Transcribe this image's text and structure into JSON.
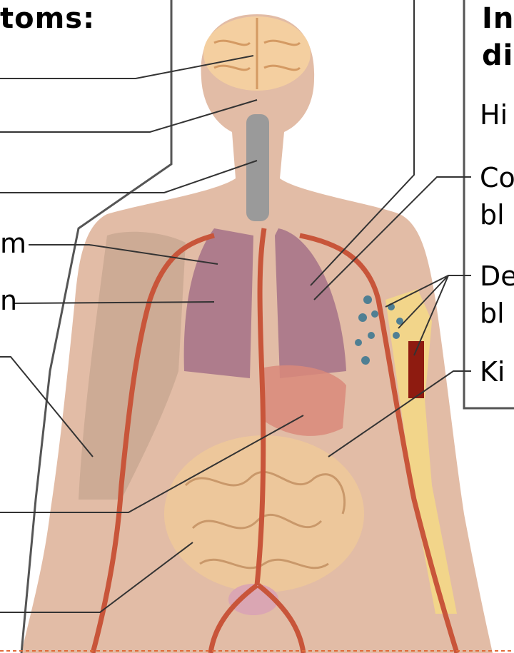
{
  "left_panel": {
    "title_fragment": "toms:",
    "label_fragments": [
      "m",
      "n"
    ]
  },
  "right_panel": {
    "title_line1": "In",
    "title_line2": "di",
    "items": [
      {
        "line1": "Hi"
      },
      {
        "line1": "Co",
        "line2": "bl"
      },
      {
        "line1": "De",
        "line2": "bl"
      },
      {
        "line1": "Ki"
      }
    ]
  },
  "colors": {
    "skin": "#e2bca6",
    "artery": "#c8553a",
    "bone": "#f2d58a",
    "lung": "#a57187",
    "intestine": "#edc79a",
    "brain": "#f4cfa0",
    "leader_line": "#333333",
    "box_border": "#555555"
  }
}
